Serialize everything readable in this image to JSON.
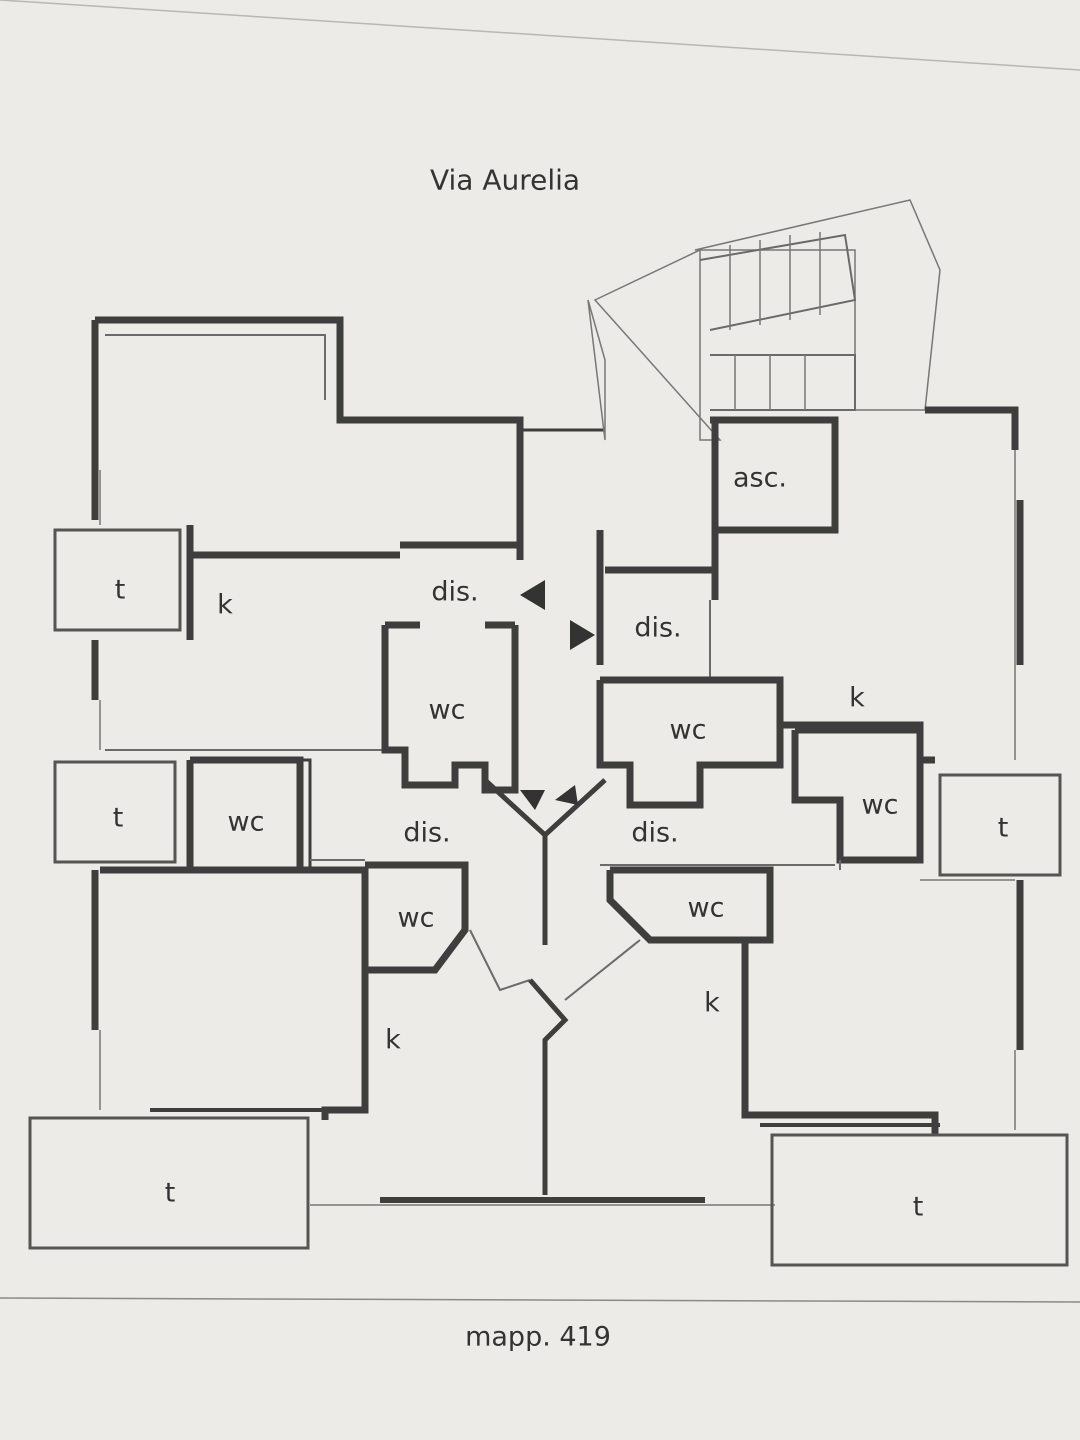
{
  "header": {
    "street": "Via Aurelia"
  },
  "footer": {
    "parcel": "mapp. 419"
  },
  "rooms": {
    "left_top_terrace": "t",
    "left_top_kitchen": "k",
    "left_top_hall": "dis.",
    "left_top_wc": "wc",
    "left_mid_terrace": "t",
    "left_mid_wc": "wc",
    "left_mid_hall": "dis.",
    "left_low_wc": "wc",
    "left_low_kitchen": "k",
    "left_bottom_terrace": "t",
    "right_lift": "asc.",
    "right_top_hall": "dis.",
    "right_top_kitchen": "k",
    "right_top_wc": "wc",
    "right_mid_wc": "wc",
    "right_mid_terrace": "t",
    "right_mid_hall": "dis.",
    "right_low_wc": "wc",
    "right_low_kitchen": "k",
    "right_bottom_terrace": "t"
  },
  "colors": {
    "paper": "#ecebe8",
    "ink": "#3e3e3e"
  }
}
